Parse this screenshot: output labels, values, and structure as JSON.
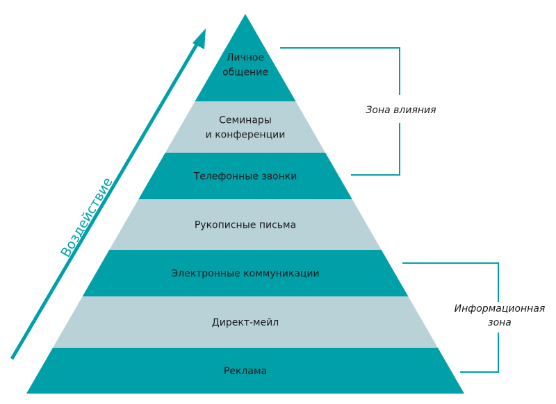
{
  "axis_label": "Воздействие",
  "levels": [
    {
      "lines": [
        "Личное",
        "общение"
      ]
    },
    {
      "lines": [
        "Семинары",
        "и конференции"
      ]
    },
    {
      "lines": [
        "Телефонные звонки"
      ]
    },
    {
      "lines": [
        "Рукописные письма"
      ]
    },
    {
      "lines": [
        "Электронные коммуникации"
      ]
    },
    {
      "lines": [
        "Директ-мейл"
      ]
    },
    {
      "lines": [
        "Реклама"
      ]
    }
  ],
  "zones": {
    "influence": {
      "lines": [
        "Зона влияния"
      ]
    },
    "information": {
      "lines": [
        "Информационная",
        "зона"
      ]
    }
  },
  "colors": {
    "dark": "#00a0a8",
    "light": "#b9d2d8",
    "text": "#1a1a1a"
  }
}
